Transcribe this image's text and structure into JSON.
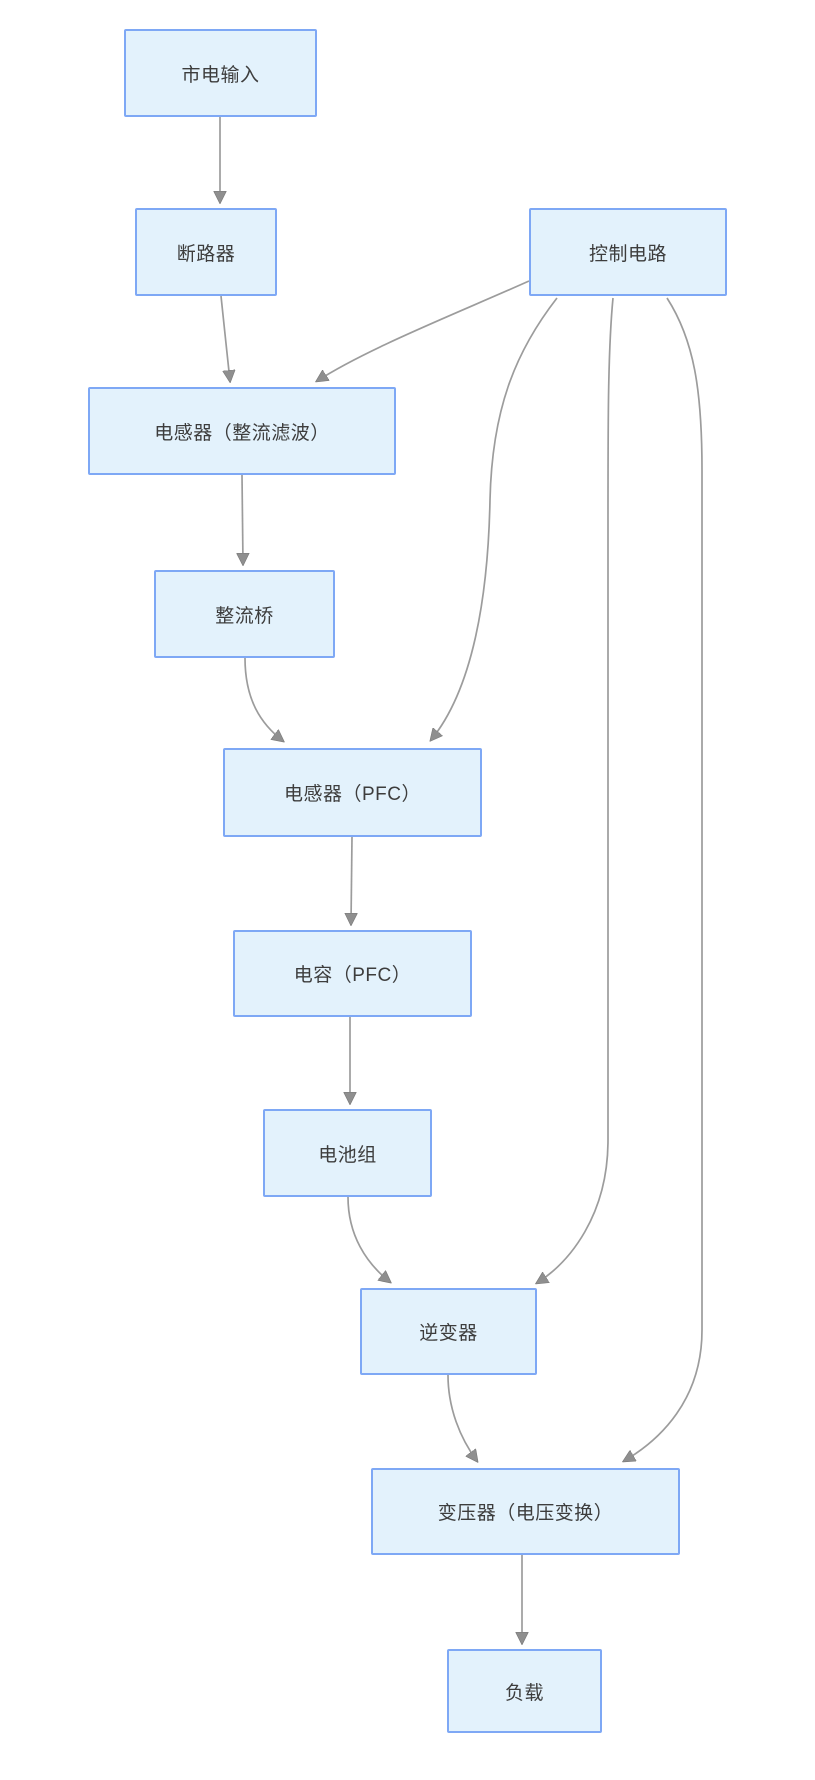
{
  "diagram": {
    "type": "flowchart",
    "direction": "top-down",
    "colors": {
      "background": "#ffffff",
      "node_fill": "#e3f2fc",
      "node_border": "#7ea8f5",
      "node_text": "#3d3d3d",
      "edge_line": "#9c9c9c",
      "arrowhead": "#8f8f8f"
    },
    "nodes": [
      {
        "id": "mains",
        "label": "市电输入"
      },
      {
        "id": "breaker",
        "label": "断路器"
      },
      {
        "id": "control",
        "label": "控制电路"
      },
      {
        "id": "ind-filter",
        "label": "电感器（整流滤波）"
      },
      {
        "id": "bridge",
        "label": "整流桥"
      },
      {
        "id": "ind-pfc",
        "label": "电感器（PFC）"
      },
      {
        "id": "cap-pfc",
        "label": "电容（PFC）"
      },
      {
        "id": "battery",
        "label": "电池组"
      },
      {
        "id": "inverter",
        "label": "逆变器"
      },
      {
        "id": "transformer",
        "label": "变压器（电压变换）"
      },
      {
        "id": "load",
        "label": "负载"
      }
    ],
    "edges": [
      {
        "from": "市电输入",
        "to": "断路器"
      },
      {
        "from": "断路器",
        "to": "电感器（整流滤波）"
      },
      {
        "from": "控制电路",
        "to": "电感器（整流滤波）"
      },
      {
        "from": "电感器（整流滤波）",
        "to": "整流桥"
      },
      {
        "from": "整流桥",
        "to": "电感器（PFC）"
      },
      {
        "from": "控制电路",
        "to": "电感器（PFC）"
      },
      {
        "from": "电感器（PFC）",
        "to": "电容（PFC）"
      },
      {
        "from": "电容（PFC）",
        "to": "电池组"
      },
      {
        "from": "电池组",
        "to": "逆变器"
      },
      {
        "from": "控制电路",
        "to": "逆变器"
      },
      {
        "from": "逆变器",
        "to": "变压器（电压变换）"
      },
      {
        "from": "控制电路",
        "to": "变压器（电压变换）"
      },
      {
        "from": "变压器（电压变换）",
        "to": "负载"
      }
    ]
  }
}
